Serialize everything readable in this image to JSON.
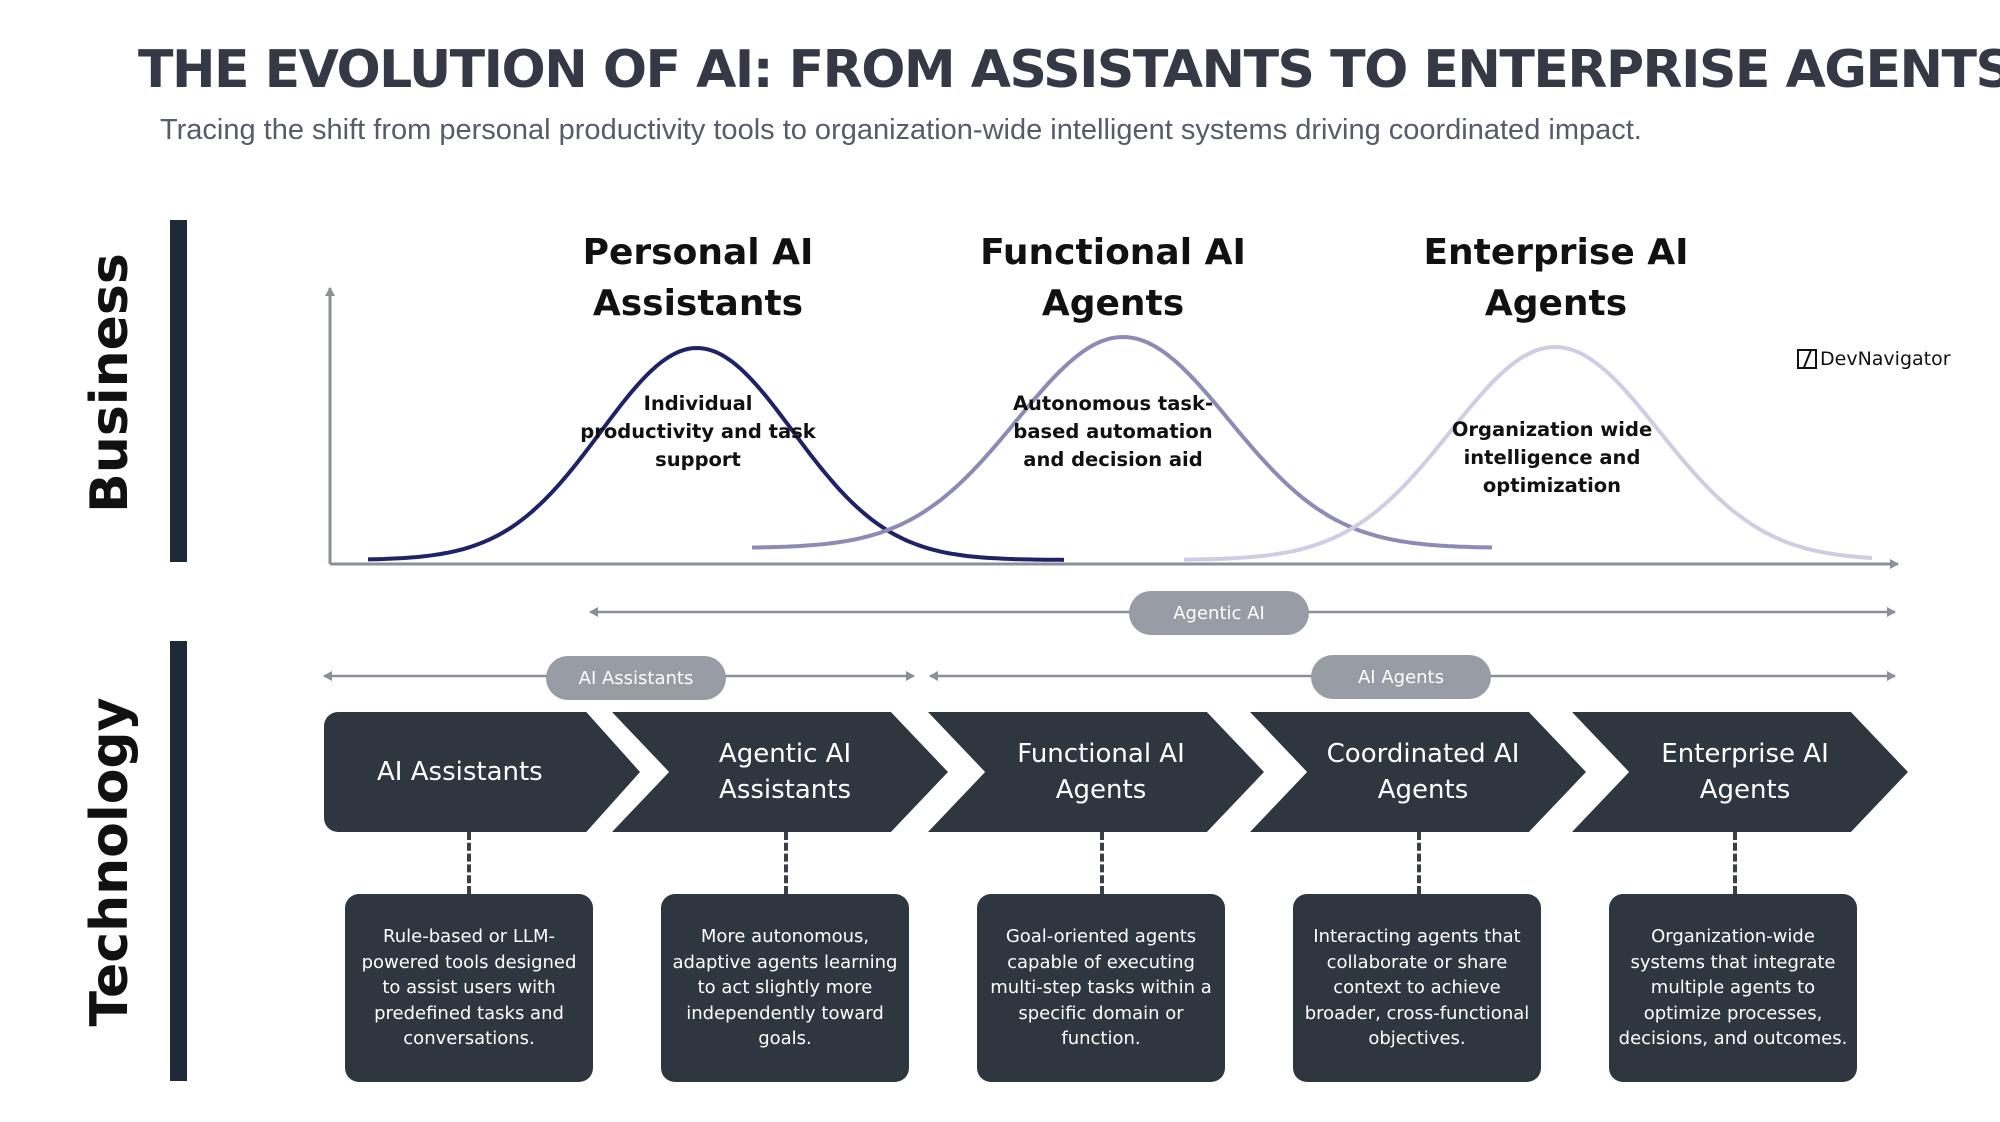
{
  "header": {
    "title": "THE EVOLUTION OF AI: FROM ASSISTANTS TO ENTERPRISE AGENTS",
    "subtitle": "Tracing the shift from personal productivity tools to organization-wide intelligent systems driving coordinated impact."
  },
  "sections": {
    "business_label": "Business",
    "technology_label": "Technology"
  },
  "brand": {
    "name": "DevNavigator"
  },
  "stages": [
    {
      "title": "Personal AI Assistants",
      "description": "Individual productivity and task support",
      "curve_color": "#1f2266"
    },
    {
      "title": "Functional AI Agents",
      "description": "Autonomous task-based automation and decision aid",
      "curve_color": "#8d8bb5"
    },
    {
      "title": "Enterprise AI Agents",
      "description": "Organization wide intelligence and optimization",
      "curve_color": "#cfcde3"
    }
  ],
  "ranges": {
    "agentic_ai": "Agentic AI",
    "ai_assistants": "AI Assistants",
    "ai_agents": "AI Agents"
  },
  "steps": [
    {
      "label": "AI Assistants",
      "description": "Rule-based or LLM-powered tools designed to assist users with predefined tasks and conversations."
    },
    {
      "label": "Agentic AI Assistants",
      "description": "More autonomous, adaptive agents learning to act slightly more independently toward goals."
    },
    {
      "label": "Functional AI Agents",
      "description": "Goal-oriented agents capable of executing multi-step tasks within a specific domain or function."
    },
    {
      "label": "Coordinated AI Agents",
      "description": "Interacting agents that collaborate or share context to achieve broader, cross-functional objectives."
    },
    {
      "label": "Enterprise AI Agents",
      "description": "Organization-wide systems that integrate multiple agents to optimize processes, decisions, and outcomes."
    }
  ],
  "colors": {
    "dark_box": "#2e3640",
    "pill": "#989da5",
    "axis": "#8a8f98",
    "side_bar": "#1f2a38"
  }
}
